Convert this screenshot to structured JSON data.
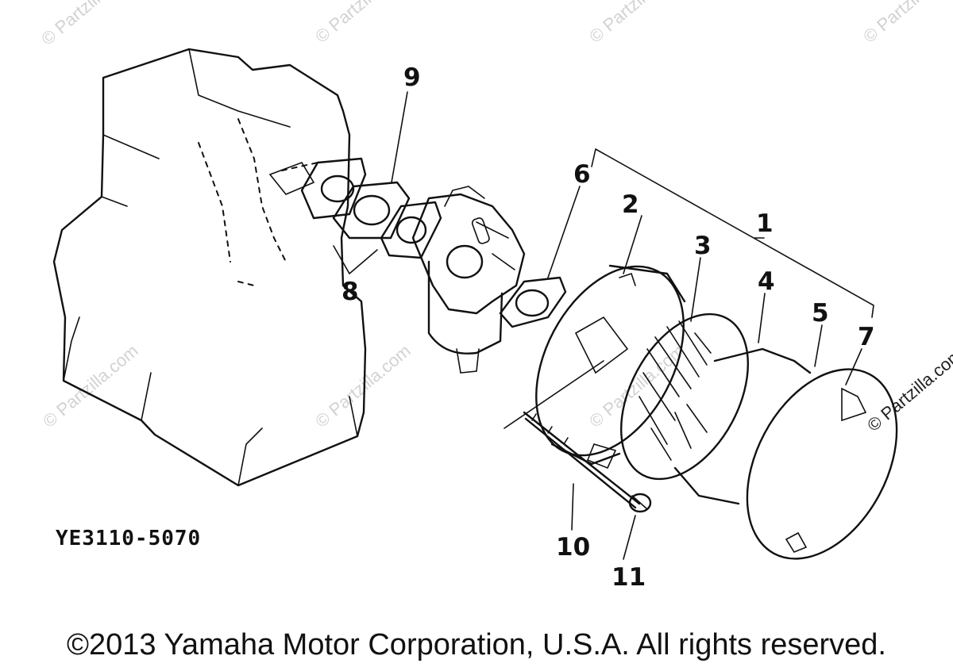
{
  "watermark": {
    "text": "© Partzilla.com"
  },
  "callouts": [
    "1",
    "2",
    "3",
    "4",
    "5",
    "6",
    "7",
    "8",
    "9",
    "10",
    "11"
  ],
  "drawing_code": "YE3110-5070",
  "copyright": "©2013 Yamaha Motor Corporation, U.S.A. All rights reserved."
}
